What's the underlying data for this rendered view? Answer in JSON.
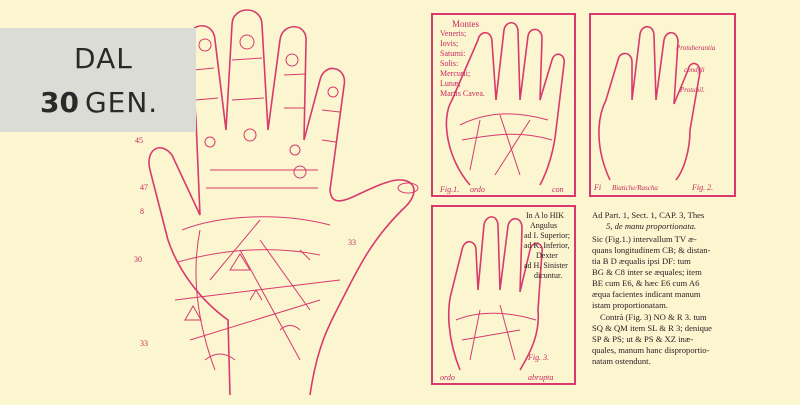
{
  "badge": {
    "line1": "DAL",
    "day": "30",
    "month": "GEN."
  },
  "plate1": {
    "legend": [
      "Montes",
      "Veneris;",
      "Iovis;",
      "Saturni:",
      "Solis:",
      "Mercurii;",
      "Lunæ;",
      "Martis Cavea."
    ],
    "caption_left": "Fig.1.",
    "caption_mid": "ordo",
    "caption_right": "con"
  },
  "plate2": {
    "labels": [
      "Protuberantia",
      "condyli",
      "Protubil."
    ],
    "caption_left": "Fi",
    "caption_mid": "Biatiche/Rascha",
    "caption_right": "Fig. 2."
  },
  "plate3": {
    "legend": [
      "In A lo HIK",
      "Angulus",
      "ad I. Superior;",
      "ad K. Inferior,",
      "Dexter",
      "ad H. Sinister",
      "dicuntur."
    ],
    "caption_left": "ordo",
    "caption_right": "abrupta",
    "fig": "Fig. 3."
  },
  "text_block": {
    "lines": [
      "Ad Part. 1, Sect. 1, CAP. 3, Thes",
      "5, de manu proportionata.",
      "Sic (Fig.1.) intervallum TV æ-",
      "quans longitudinem CB; & distan-",
      "tia B D æqualis ipsi DF: tum",
      "BG & C8 inter se æquales; item",
      "BE cum E6, & hæc E6 cum A6",
      "æqua facientes indicant manum",
      "istam proportionatam.",
      "Contrà (Fig. 3) NO & R 3. tum",
      "SQ & QM item SL & R 3; denique",
      "SP & PS; ut & PS & XZ inæ-",
      "quales, manum hanc disproportio-",
      "natam ostendunt."
    ]
  },
  "colors": {
    "background": "#fbf6cf",
    "ink": "#d83a6e",
    "badge": "#dcdcd6"
  }
}
